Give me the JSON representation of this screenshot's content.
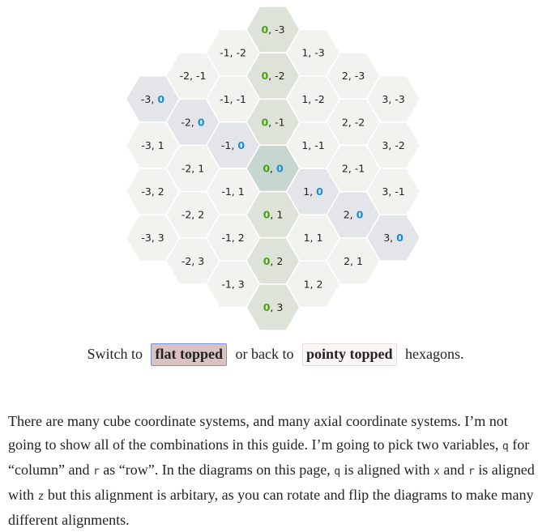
{
  "diagram": {
    "hexes": [
      {
        "q": 0,
        "r": -3,
        "label": ", -3"
      },
      {
        "q": -1,
        "r": -2,
        "label": "-1, -2"
      },
      {
        "q": 0,
        "r": -2,
        "label": ", -2"
      },
      {
        "q": 1,
        "r": -3,
        "label": "1, -3"
      },
      {
        "q": -2,
        "r": -1,
        "label": "-2, -1"
      },
      {
        "q": -1,
        "r": -1,
        "label": "-1, -1"
      },
      {
        "q": 0,
        "r": -1,
        "label": ", -1"
      },
      {
        "q": 1,
        "r": -2,
        "label": "1, -2"
      },
      {
        "q": 2,
        "r": -3,
        "label": "2, -3"
      },
      {
        "q": -3,
        "r": 0,
        "label": "-3, "
      },
      {
        "q": -2,
        "r": 0,
        "label": "-2, "
      },
      {
        "q": -1,
        "r": 0,
        "label": "-1, "
      },
      {
        "q": 0,
        "r": 0,
        "label": ", "
      },
      {
        "q": 1,
        "r": 0,
        "label": "1, "
      },
      {
        "q": 2,
        "r": 0,
        "label": "2, "
      },
      {
        "q": 3,
        "r": 0,
        "label": "3, "
      },
      {
        "q": 3,
        "r": -3,
        "label": "3, -3"
      },
      {
        "q": 2,
        "r": -2,
        "label": "2, -2"
      },
      {
        "q": 1,
        "r": -1,
        "label": "1, -1"
      },
      {
        "q": -3,
        "r": 1,
        "label": "-3, 1"
      },
      {
        "q": -2,
        "r": 1,
        "label": "-2, 1"
      },
      {
        "q": -1,
        "r": 1,
        "label": "-1, 1"
      },
      {
        "q": 0,
        "r": 1,
        "label": ", 1"
      },
      {
        "q": 2,
        "r": -1,
        "label": "2, -1"
      },
      {
        "q": 3,
        "r": -2,
        "label": "3, -2"
      },
      {
        "q": 3,
        "r": -1,
        "label": "3, -1"
      },
      {
        "q": -3,
        "r": 2,
        "label": "-3, 2"
      },
      {
        "q": -2,
        "r": 2,
        "label": "-2, 2"
      },
      {
        "q": -1,
        "r": 2,
        "label": "-1, 2"
      },
      {
        "q": 0,
        "r": 2,
        "label": ", 2"
      },
      {
        "q": 1,
        "r": 1,
        "label": "1, 1"
      },
      {
        "q": 2,
        "r": 1,
        "label": "2, 1"
      },
      {
        "q": -3,
        "r": 3,
        "label": "-3, 3"
      },
      {
        "q": -2,
        "r": 3,
        "label": "-2, 3"
      },
      {
        "q": -1,
        "r": 3,
        "label": "-1, 3"
      },
      {
        "q": 0,
        "r": 3,
        "label": ", 3"
      },
      {
        "q": 1,
        "r": 2,
        "label": "1, 2"
      }
    ],
    "zero_glyph": "0",
    "colors": {
      "hex_fill": "#f2f2ee",
      "hex_stroke": "#ffffff",
      "q_zero_fill": "#dee3da",
      "r_zero_fill": "#e3e5e8",
      "origin_fill": "#c5d7cf",
      "q_zero_text": "#4aa30e",
      "r_zero_text": "#1a8ed0"
    }
  },
  "switcher": {
    "prefix": "Switch to",
    "flat_label": "flat topped",
    "middle": "or back to",
    "pointy_label": "pointy topped",
    "suffix": "hexagons."
  },
  "paragraph": {
    "t1": "There are many cube coordinate systems, and many axial coordinate systems. I’m not going to show all of the combinations in this guide. I’m going to pick two variables, ",
    "c1": "q",
    "t2": " for “column” and ",
    "c2": "r",
    "t3": " as “row”. In the diagrams on this page, ",
    "c3": "q",
    "t4": " is aligned with ",
    "c4": "x",
    "t5": " and ",
    "c5": "r",
    "t6": " is aligned with ",
    "c6": "z",
    "t7": " but this alignment is arbitary, as you can rotate and flip the diagrams to make many different alignments."
  }
}
